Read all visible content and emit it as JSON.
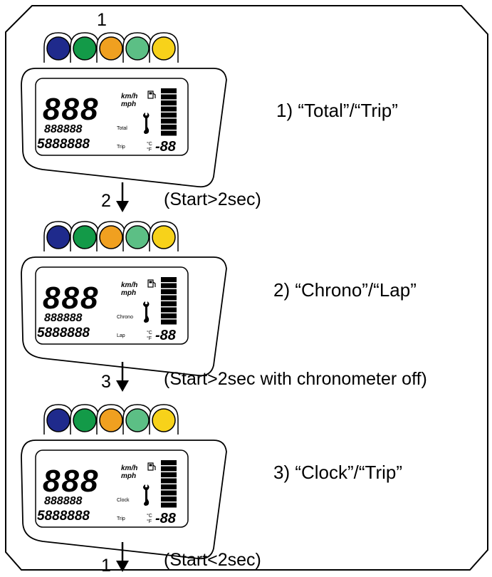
{
  "colors": {
    "leds": [
      "#1f2a8c",
      "#139a48",
      "#f0a020",
      "#5cbf85",
      "#f7d21a"
    ],
    "line": "#000000",
    "background": "#ffffff"
  },
  "panels": [
    {
      "step_label": "1) “Total”/“Trip”",
      "upper_small": "Total",
      "lower_small": "Trip",
      "top_number": "1"
    },
    {
      "step_label": "2) “Chrono”/“Lap”",
      "upper_small": "Chrono",
      "lower_small": "Lap"
    },
    {
      "step_label": "3) “Clock”/“Trip”",
      "upper_small": "Clock",
      "lower_small": "Trip"
    }
  ],
  "transitions": [
    {
      "number": "2",
      "condition": "(Start>2sec)"
    },
    {
      "number": "3",
      "condition": "(Start>2sec with chronometer off)"
    },
    {
      "number": "1",
      "condition": "(Start<2sec)"
    }
  ],
  "lcd": {
    "big_digits": "888",
    "small_digits": "888888",
    "odo_digits": "5888888",
    "speed_unit_1": "km/h",
    "speed_unit_2": "mph",
    "temp_c": "°C",
    "temp_f": "°F",
    "temp_digits": "-88",
    "fuel_icon": "fuel-pump-icon",
    "service_icon": "wrench-icon"
  }
}
